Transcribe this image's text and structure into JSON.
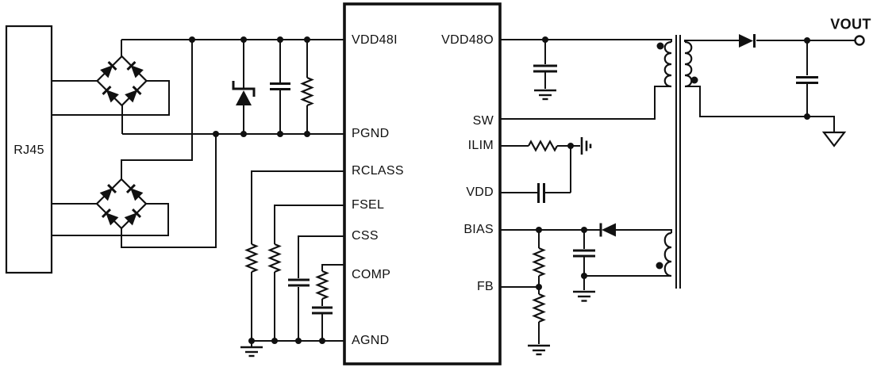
{
  "schematic": {
    "connector_label": "RJ45",
    "output_label": "VOUT",
    "ic": {
      "left_pins": [
        "VDD48I",
        "PGND",
        "RCLASS",
        "FSEL",
        "CSS",
        "COMP",
        "AGND"
      ],
      "right_pins": [
        "VDD48O",
        "SW",
        "ILIM",
        "VDD",
        "BIAS",
        "FB"
      ]
    },
    "colors": {
      "line": "#111111",
      "background": "#ffffff"
    }
  }
}
